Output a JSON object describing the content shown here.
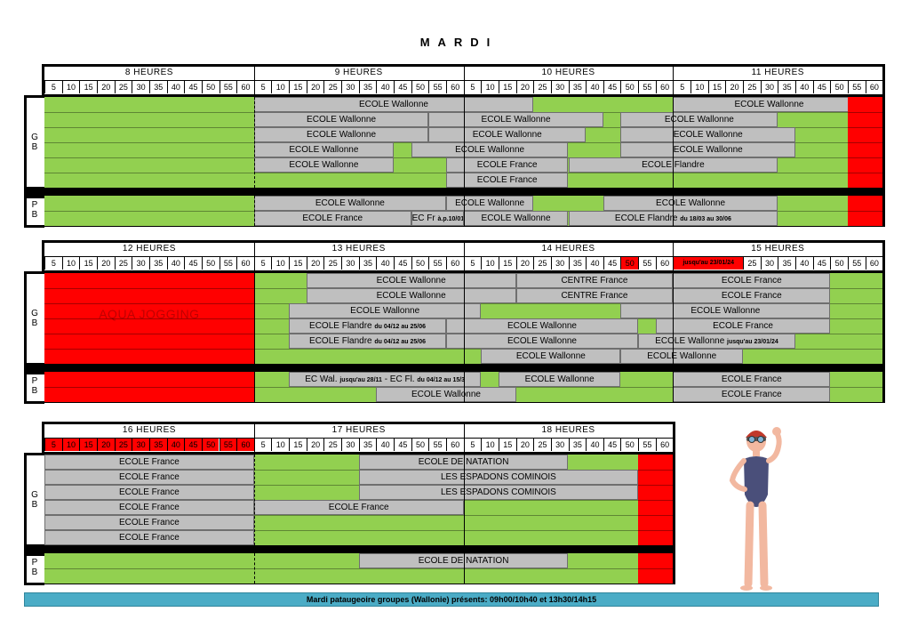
{
  "title": "MARDI",
  "minutes": [
    "5",
    "10",
    "15",
    "20",
    "25",
    "30",
    "35",
    "40",
    "45",
    "50",
    "55",
    "60"
  ],
  "gb_label": [
    "G",
    "B"
  ],
  "pb_label": [
    "P",
    "B"
  ],
  "colors": {
    "green": "#92d050",
    "gray": "#bfbfbf",
    "red": "#ff0000",
    "footer": "#4bacc6"
  },
  "blocks": [
    {
      "hours": [
        "8  HEURES",
        "9  HEURES",
        "10  HEURES",
        "11  HEURES"
      ],
      "red_minutes": [],
      "gb_rows": [
        [
          {
            "s": 0,
            "e": 12,
            "t": "red_no"
          },
          {
            "s": 12,
            "e": 28,
            "c": "gray",
            "t": "ECOLE Wallonne"
          },
          {
            "s": 36,
            "e": 47,
            "c": "gray",
            "t": "ECOLE Wallonne"
          },
          {
            "s": 46,
            "e": 48,
            "c": "red",
            "t": ""
          }
        ],
        [
          {
            "s": 12,
            "e": 22,
            "c": "gray",
            "t": "ECOLE Wallonne"
          },
          {
            "s": 22,
            "e": 32,
            "c": "gray",
            "t": "ECOLE Wallonne"
          },
          {
            "s": 33,
            "e": 42,
            "c": "gray",
            "t": "ECOLE Wallonne"
          }
        ],
        [
          {
            "s": 12,
            "e": 22,
            "c": "gray",
            "t": "ECOLE Wallonne"
          },
          {
            "s": 22,
            "e": 31,
            "c": "gray",
            "t": "ECOLE Wallonne"
          },
          {
            "s": 33,
            "e": 43,
            "c": "gray",
            "t": "ECOLE Wallonne"
          }
        ],
        [
          {
            "s": 12,
            "e": 20,
            "c": "gray",
            "t": "ECOLE Wallonne"
          },
          {
            "s": 21,
            "e": 30,
            "c": "gray",
            "t": "ECOLE Wallonne"
          },
          {
            "s": 33,
            "e": 43,
            "c": "gray",
            "t": "ECOLE Wallonne"
          }
        ],
        [
          {
            "s": 12,
            "e": 20,
            "c": "gray",
            "t": "ECOLE Wallonne"
          },
          {
            "s": 23,
            "e": 30,
            "c": "gray",
            "t": "ECOLE France"
          },
          {
            "s": 30,
            "e": 42,
            "c": "gray",
            "t": "ECOLE Flandre"
          }
        ],
        [
          {
            "s": 23,
            "e": 30,
            "c": "gray",
            "t": "ECOLE France"
          }
        ]
      ],
      "pb_rows": [
        [
          {
            "s": 12,
            "e": 23,
            "c": "gray",
            "t": "ECOLE Wallonne"
          },
          {
            "s": 23,
            "e": 28,
            "c": "gray",
            "t": "ECOLE Wallonne"
          },
          {
            "s": 32,
            "e": 42,
            "c": "gray",
            "t": "ECOLE Wallonne"
          }
        ],
        [
          {
            "s": 12,
            "e": 21,
            "c": "gray",
            "t": "ECOLE France"
          },
          {
            "s": 21,
            "e": 24,
            "c": "gray",
            "t": "EC Fr",
            "small": "à.p.10/01"
          },
          {
            "s": 24,
            "e": 30,
            "c": "gray",
            "t": "ECOLE Wallonne"
          },
          {
            "s": 30,
            "e": 42,
            "c": "gray",
            "t": "ECOLE Flandre",
            "small": "du 18/03 au 30/06"
          }
        ]
      ],
      "dash_cols": [
        12
      ]
    },
    {
      "hours": [
        "12  HEURES",
        "13  HEURES",
        "14  HEURES",
        "15  HEURES"
      ],
      "red_minutes": [
        33
      ],
      "red_header_span": {
        "s": 36,
        "e": 40,
        "t": "jusqu'au 23/01/24"
      },
      "gb_rows": [
        [
          {
            "s": 15,
            "e": 27,
            "c": "gray",
            "t": "ECOLE Wallonne"
          },
          {
            "s": 27,
            "e": 36,
            "c": "gray",
            "t": "CENTRE France"
          },
          {
            "s": 36,
            "e": 45,
            "c": "gray",
            "t": "ECOLE France"
          }
        ],
        [
          {
            "s": 15,
            "e": 27,
            "c": "gray",
            "t": "ECOLE Wallonne"
          },
          {
            "s": 27,
            "e": 36,
            "c": "gray",
            "t": "CENTRE France"
          },
          {
            "s": 36,
            "e": 45,
            "c": "gray",
            "t": "ECOLE France"
          }
        ],
        [
          {
            "s": 14,
            "e": 25,
            "c": "gray",
            "t": "ECOLE Wallonne"
          },
          {
            "s": 33,
            "e": 45,
            "c": "gray",
            "t": "ECOLE Wallonne"
          }
        ],
        [
          {
            "s": 14,
            "e": 23,
            "c": "gray",
            "t": "ECOLE Flandre",
            "small": "du 04/12 au 25/06"
          },
          {
            "s": 23,
            "e": 34,
            "c": "gray",
            "t": "ECOLE Wallonne"
          },
          {
            "s": 35,
            "e": 45,
            "c": "gray",
            "t": "ECOLE France"
          }
        ],
        [
          {
            "s": 14,
            "e": 23,
            "c": "gray",
            "t": "ECOLE Flandre",
            "small": "du 04/12 au 25/06"
          },
          {
            "s": 23,
            "e": 34,
            "c": "gray",
            "t": "ECOLE Wallonne"
          },
          {
            "s": 34,
            "e": 43,
            "c": "gray",
            "t": "ECOLE Wallonne",
            "small2": "jusqu'au 23/01/24"
          }
        ],
        [
          {
            "s": 25,
            "e": 33,
            "c": "gray",
            "t": "ECOLE Wallonne"
          },
          {
            "s": 33,
            "e": 40,
            "c": "gray",
            "t": "ECOLE Wallonne"
          }
        ]
      ],
      "pb_rows": [
        [
          {
            "s": 14,
            "e": 25,
            "c": "gray",
            "t": "EC Wal.",
            "small": "jusqu'au 28/11",
            "t2": " - EC Fl.",
            "small2b": "du 04/12 au 15/3"
          },
          {
            "s": 26,
            "e": 33,
            "c": "gray",
            "t": "ECOLE Wallonne"
          },
          {
            "s": 36,
            "e": 45,
            "c": "gray",
            "t": "ECOLE France"
          }
        ],
        [
          {
            "s": 19,
            "e": 27,
            "c": "gray",
            "t": "ECOLE Wallonne"
          },
          {
            "s": 36,
            "e": 45,
            "c": "gray",
            "t": "ECOLE France"
          }
        ]
      ],
      "big_label": "AQUA JOGGING",
      "dash_cols": []
    },
    {
      "hours": [
        "16  HEURES",
        "17  HEURES",
        "18  HEURES"
      ],
      "red_minutes_all_first_hour": true,
      "gb_rows": [
        [
          {
            "s": 0,
            "e": 12,
            "c": "gray",
            "t": "ECOLE France"
          },
          {
            "s": 18,
            "e": 30,
            "c": "gray",
            "t": "ECOLE DE NATATION"
          }
        ],
        [
          {
            "s": 0,
            "e": 12,
            "c": "gray",
            "t": "ECOLE France"
          },
          {
            "s": 18,
            "e": 34,
            "c": "gray",
            "t": "LES ESPADONS COMINOIS"
          }
        ],
        [
          {
            "s": 0,
            "e": 12,
            "c": "gray",
            "t": "ECOLE France"
          },
          {
            "s": 18,
            "e": 34,
            "c": "gray",
            "t": "LES ESPADONS COMINOIS"
          }
        ],
        [
          {
            "s": 0,
            "e": 12,
            "c": "gray",
            "t": "ECOLE France"
          },
          {
            "s": 12,
            "e": 24,
            "c": "gray",
            "t": "ECOLE France"
          }
        ],
        [
          {
            "s": 0,
            "e": 12,
            "c": "gray",
            "t": "ECOLE France"
          }
        ],
        [
          {
            "s": 0,
            "e": 12,
            "c": "gray",
            "t": "ECOLE France"
          }
        ]
      ],
      "pb_rows": [
        [
          {
            "s": 18,
            "e": 30,
            "c": "gray",
            "t": "ECOLE DE NATATION"
          }
        ],
        []
      ],
      "dash_cols": [
        12
      ]
    }
  ],
  "footer": "Mardi pataugeoire groupes (Wallonie) présents: 09h00/10h40 et 13h30/14h15"
}
